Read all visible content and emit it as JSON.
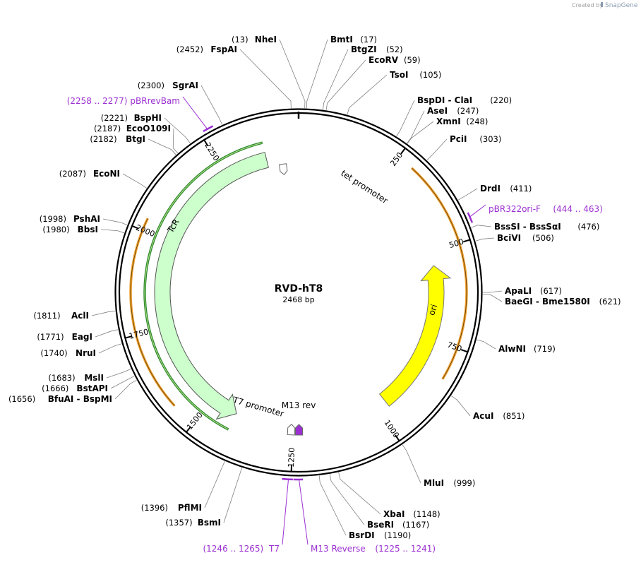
{
  "credit": {
    "created_by": "Created by",
    "brand": "SnapGene"
  },
  "plasmid": {
    "name": "RVD-hT8",
    "length_label": "2468 bp",
    "length": 2468
  },
  "colors": {
    "backbone": "#000000",
    "primer": "#9b2fd1",
    "orange_feature": "#f0a030",
    "green_feature": "#2e8a2e",
    "tcr_fill": "#ccffcc",
    "ori_fill": "#ffff00",
    "leader": "#808080"
  },
  "ticks": [
    {
      "pos": 250,
      "label": "250"
    },
    {
      "pos": 500,
      "label": "500"
    },
    {
      "pos": 750,
      "label": "750"
    },
    {
      "pos": 1000,
      "label": "1000"
    },
    {
      "pos": 1250,
      "label": "1250"
    },
    {
      "pos": 1500,
      "label": "1500"
    },
    {
      "pos": 1750,
      "label": "1750"
    },
    {
      "pos": 2000,
      "label": "2000"
    },
    {
      "pos": 2250,
      "label": "2250"
    }
  ],
  "enzymes": [
    {
      "name": "NheI",
      "pos": "(13)",
      "site": 13
    },
    {
      "name": "BmtI",
      "pos": "(17)",
      "site": 17
    },
    {
      "name": "FspAI",
      "pos": "(2452)",
      "site": 2452
    },
    {
      "name": "BtgZI",
      "pos": "(52)",
      "site": 52
    },
    {
      "name": "EcoRV",
      "pos": "(59)",
      "site": 59
    },
    {
      "name": "TsoI",
      "pos": "(105)",
      "site": 105
    },
    {
      "name": "BspDI - ClaI",
      "pos": "(220)",
      "site": 220
    },
    {
      "name": "AseI",
      "pos": "(247)",
      "site": 247
    },
    {
      "name": "XmnI",
      "pos": "(248)",
      "site": 248
    },
    {
      "name": "PciI",
      "pos": "(303)",
      "site": 303
    },
    {
      "name": "DrdI",
      "pos": "(411)",
      "site": 411
    },
    {
      "name": "BssSI - BssSαI",
      "pos": "(476)",
      "site": 476
    },
    {
      "name": "BciVI",
      "pos": "(506)",
      "site": 506
    },
    {
      "name": "ApaLI",
      "pos": "(617)",
      "site": 617
    },
    {
      "name": "BaeGI - Bme1580I",
      "pos": "(621)",
      "site": 621
    },
    {
      "name": "AlwNI",
      "pos": "(719)",
      "site": 719
    },
    {
      "name": "AcuI",
      "pos": "(851)",
      "site": 851
    },
    {
      "name": "MluI",
      "pos": "(999)",
      "site": 999
    },
    {
      "name": "XbaI",
      "pos": "(1148)",
      "site": 1148
    },
    {
      "name": "BseRI",
      "pos": "(1167)",
      "site": 1167
    },
    {
      "name": "BsrDI",
      "pos": "(1190)",
      "site": 1190
    },
    {
      "name": "PflMI",
      "pos": "(1396)",
      "site": 1396
    },
    {
      "name": "BsmI",
      "pos": "(1357)",
      "site": 1357
    },
    {
      "name": "SgrAI",
      "pos": "(2300)",
      "site": 2300
    },
    {
      "name": "BspHI",
      "pos": "(2221)",
      "site": 2221
    },
    {
      "name": "EcoO109I",
      "pos": "(2187)",
      "site": 2187
    },
    {
      "name": "BtgI",
      "pos": "(2182)",
      "site": 2182
    },
    {
      "name": "EcoNI",
      "pos": "(2087)",
      "site": 2087
    },
    {
      "name": "PshAI",
      "pos": "(1998)",
      "site": 1998
    },
    {
      "name": "BbsI",
      "pos": "(1980)",
      "site": 1980
    },
    {
      "name": "AclI",
      "pos": "(1811)",
      "site": 1811
    },
    {
      "name": "EagI",
      "pos": "(1771)",
      "site": 1771
    },
    {
      "name": "NruI",
      "pos": "(1740)",
      "site": 1740
    },
    {
      "name": "MslI",
      "pos": "(1683)",
      "site": 1683
    },
    {
      "name": "BstAPI",
      "pos": "(1666)",
      "site": 1666
    },
    {
      "name": "BfuAI - BspMI",
      "pos": "(1656)",
      "site": 1656
    }
  ],
  "primers": [
    {
      "name": "pBRrevBam",
      "range": "(2258 .. 2277)",
      "start": 2258,
      "end": 2277
    },
    {
      "name": "pBR322ori-F",
      "range": "(444 .. 463)",
      "start": 444,
      "end": 463
    },
    {
      "name": "T7",
      "range": "(1246 .. 1265)",
      "start": 1246,
      "end": 1265
    },
    {
      "name": "M13 Reverse",
      "range": "(1225 .. 1241)",
      "start": 1225,
      "end": 1241
    }
  ],
  "features": [
    {
      "name": "TcR",
      "type": "cds",
      "start": 1420,
      "end": 2375,
      "direction": "reverse"
    },
    {
      "name": "ori",
      "type": "rep_origin",
      "start": 540,
      "end": 970,
      "direction": "reverse"
    },
    {
      "name": "tet promoter",
      "type": "promoter",
      "start": 2405,
      "end": 2434,
      "direction": "reverse"
    },
    {
      "name": "T7 promoter",
      "type": "promoter",
      "start": 1246,
      "end": 1265,
      "direction": "reverse"
    },
    {
      "name": "M13 rev",
      "type": "primer_bind",
      "start": 1225,
      "end": 1241,
      "direction": "reverse"
    }
  ]
}
